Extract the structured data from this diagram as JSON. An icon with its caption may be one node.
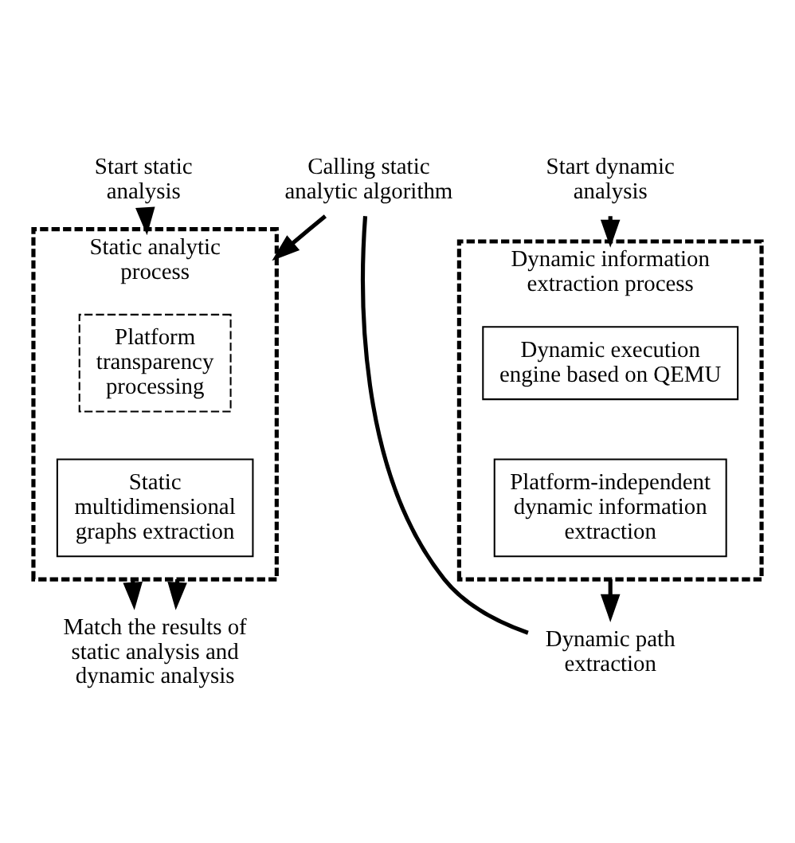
{
  "diagram": {
    "nodes": [
      {
        "text": [
          "Start static analysis"
        ]
      },
      {
        "text": [
          "Calling static analytic algorithm"
        ]
      },
      {
        "text": [
          "Start dynamic analysis"
        ]
      },
      {
        "text": [
          "Static analytic process"
        ]
      },
      {
        "text": [
          "Platform transparency processing"
        ],
        "in": 3
      },
      {
        "text": [
          "Static multidimensional graphs extraction"
        ],
        "in": 3
      },
      {
        "text": [
          "Dynamic information extraction process"
        ]
      },
      {
        "text": [
          "Dynamic execution engine based on QEMU"
        ],
        "in": 6
      },
      {
        "text": [
          "Platform-independent dynamic information extraction"
        ],
        "in": 6
      },
      {
        "text": [
          "Match the results of static analysis and dynamic analysis"
        ]
      },
      {
        "text": [
          "Dynamic path extraction"
        ]
      }
    ],
    "edges": [
      {
        "from": 0,
        "to": 3,
        "arrow": "to"
      },
      {
        "from": 1,
        "to": 3,
        "arrow": "to"
      },
      {
        "from": 10,
        "to": 1,
        "arrow": "none"
      },
      {
        "from": 2,
        "to": 6,
        "arrow": "to"
      },
      {
        "from": 3,
        "to": 9,
        "arrow": "to"
      },
      {
        "from": 3,
        "to": 9,
        "arrow": "to"
      },
      {
        "from": 6,
        "to": 10,
        "arrow": "to"
      }
    ]
  }
}
